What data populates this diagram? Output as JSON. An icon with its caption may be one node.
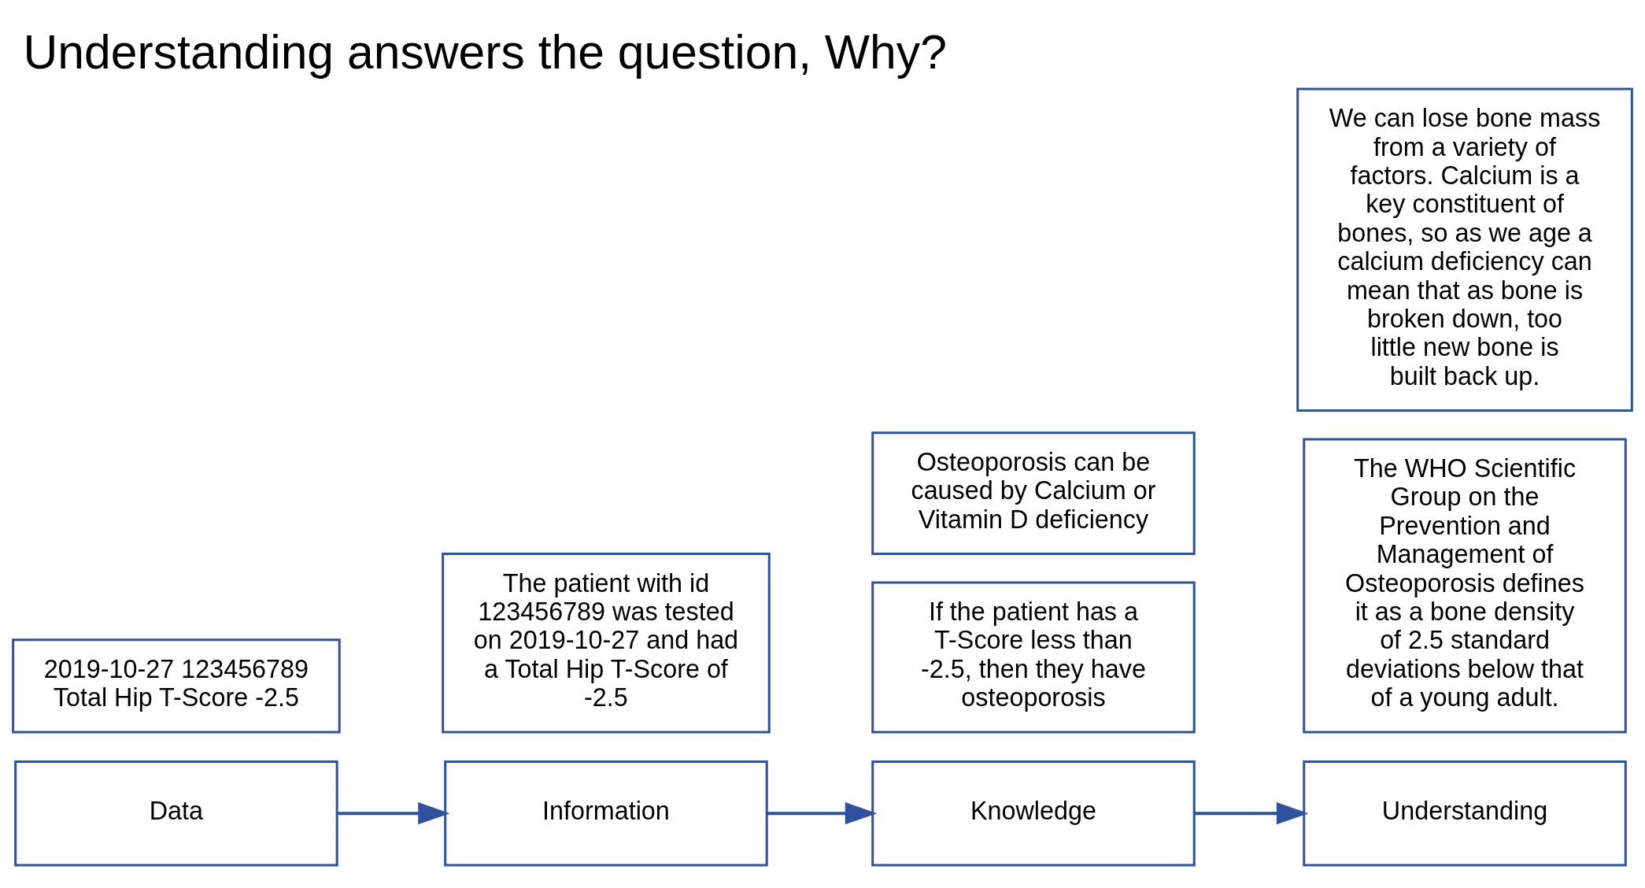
{
  "diagram": {
    "title": "Understanding answers the question, Why?",
    "nodes": [
      {
        "text": [
          "Data"
        ]
      },
      {
        "text": [
          "2019-10-27 123456789 Total Hip T-Score -2.5"
        ]
      },
      {
        "text": [
          "Information"
        ]
      },
      {
        "text": [
          "The patient with id 123456789 was tested on 2019-10-27 and had a Total Hip T-Score of -2.5"
        ]
      },
      {
        "text": [
          "Knowledge"
        ]
      },
      {
        "text": [
          "If the patient has a T-Score less than -2.5, then they have osteoporosis"
        ]
      },
      {
        "text": [
          "Osteoporosis can be caused by Calcium or Vitamin D deficiency"
        ]
      },
      {
        "text": [
          "Understanding"
        ]
      },
      {
        "text": [
          "The WHO Scientific Group on the Prevention and Management of Osteoporosis defines it as a bone density of 2.5 standard deviations below that of a young adult."
        ]
      },
      {
        "text": [
          "We can lose bone mass from a variety of factors. Calcium is a key constituent of bones, so as we age a calcium deficiency can mean that as bone is broken down, too little new bone is built back up."
        ]
      }
    ],
    "edges": [
      {
        "from": 0,
        "to": 2,
        "arrow": "to"
      },
      {
        "from": 2,
        "to": 4,
        "arrow": "to"
      },
      {
        "from": 4,
        "to": 7,
        "arrow": "to"
      }
    ]
  }
}
